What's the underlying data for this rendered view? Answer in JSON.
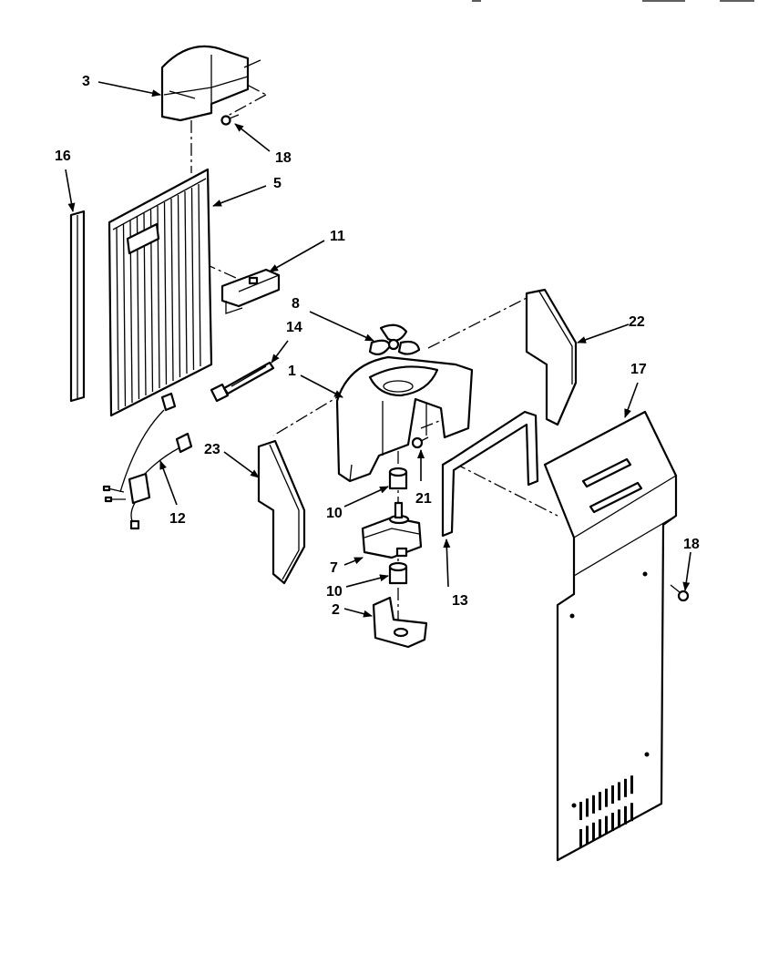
{
  "callouts": {
    "c1": "1",
    "c2": "2",
    "c3": "3",
    "c5": "5",
    "c7": "7",
    "c8": "8",
    "c10a": "10",
    "c10b": "10",
    "c11": "11",
    "c12": "12",
    "c13": "13",
    "c14": "14",
    "c16": "16",
    "c17": "17",
    "c18a": "18",
    "c18b": "18",
    "c21": "21",
    "c22": "22",
    "c23": "23"
  }
}
